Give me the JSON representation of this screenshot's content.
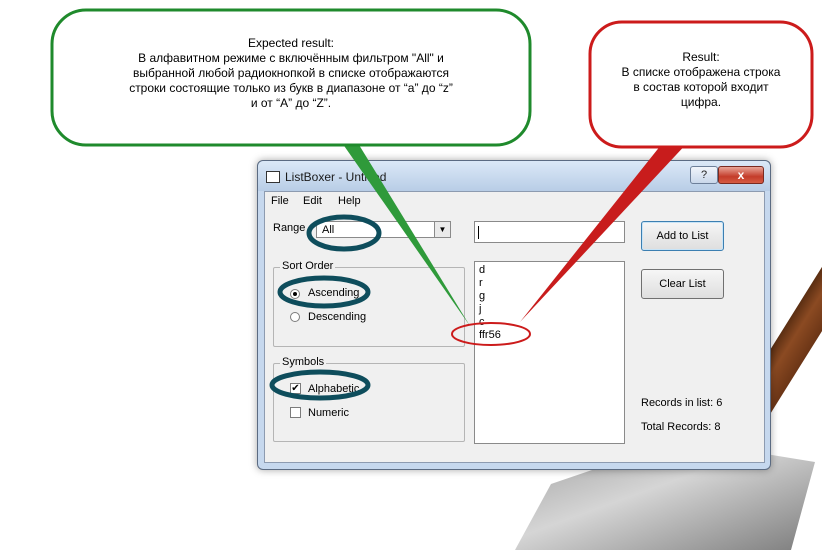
{
  "window": {
    "title": "ListBoxer - Untitled",
    "help_button": "?",
    "close_button": "x"
  },
  "menu": [
    "File",
    "Edit",
    "Help"
  ],
  "range": {
    "label": "Range",
    "selected": "All"
  },
  "sort_order": {
    "title": "Sort Order",
    "options": [
      {
        "label": "Ascending",
        "checked": true
      },
      {
        "label": "Descending",
        "checked": false
      }
    ]
  },
  "symbols": {
    "title": "Symbols",
    "options": [
      {
        "label": "Alphabetic",
        "checked": true
      },
      {
        "label": "Numeric",
        "checked": false
      }
    ]
  },
  "input": {
    "value": ""
  },
  "list": [
    "d",
    "r",
    "g",
    "j",
    "c",
    "ffr56"
  ],
  "buttons": {
    "add": "Add to List",
    "clear": "Clear List"
  },
  "stats": {
    "records_in_list": "Records in list: 6",
    "total_records": "Total Records: 8"
  },
  "annotations": {
    "expected": {
      "title": "Expected result:",
      "lines": [
        "В алфавитном режиме с включённым фильтром \"All\" и",
        "выбранной любой радиокнопкой в списке отображаются",
        "строки состоящие только из букв в диапазоне от “a” до “z”",
        "и от “A” до “Z”."
      ]
    },
    "result": {
      "title": "Result:",
      "lines": [
        "В списке отображена строка",
        "в состав которой входит",
        "цифра."
      ]
    }
  },
  "colors": {
    "expected_border": "#1f8a2c",
    "result_border": "#cc1b1b",
    "highlight_ring": "#0e4d5c"
  }
}
